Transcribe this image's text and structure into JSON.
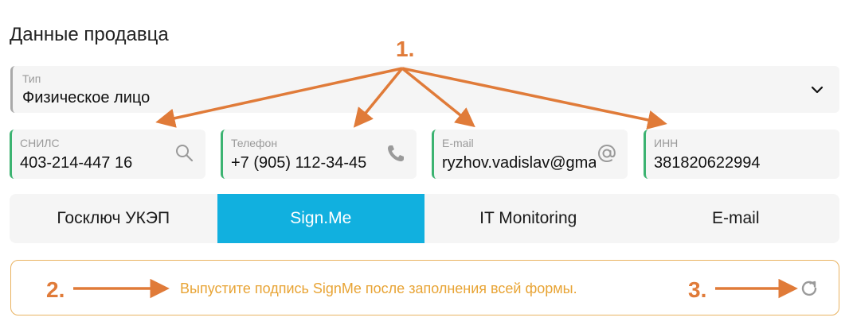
{
  "section_title": "Данные продавца",
  "type_select": {
    "label": "Тип",
    "value": "Физическое лицо",
    "icon": "chevron-down-icon"
  },
  "fields": [
    {
      "label": "СНИЛС",
      "value": "403-214-447 16",
      "icon": "search-icon"
    },
    {
      "label": "Телефон",
      "value": "+7 (905) 112-34-45",
      "icon": "phone-icon"
    },
    {
      "label": "E-mail",
      "value": "ryzhov.vadislav@gmail.com",
      "icon": "at-icon"
    },
    {
      "label": "ИНН",
      "value": "381820622994"
    }
  ],
  "tabs": [
    {
      "label": "Госключ УКЭП",
      "active": false
    },
    {
      "label": "Sign.Me",
      "active": true
    },
    {
      "label": "IT Monitoring",
      "active": false
    },
    {
      "label": "E-mail",
      "active": false
    }
  ],
  "notice": {
    "text": "Выпустите подпись SignMe после заполнения всей формы.",
    "icon": "refresh-icon"
  },
  "annotations": {
    "marker_1": "1.",
    "marker_2": "2.",
    "marker_3": "3."
  },
  "colors": {
    "accent_tab": "#11b0df",
    "field_border": "#3cb371",
    "notice_border": "#e9b361",
    "notice_text": "#e8a435",
    "annotation": "#e07b39"
  }
}
